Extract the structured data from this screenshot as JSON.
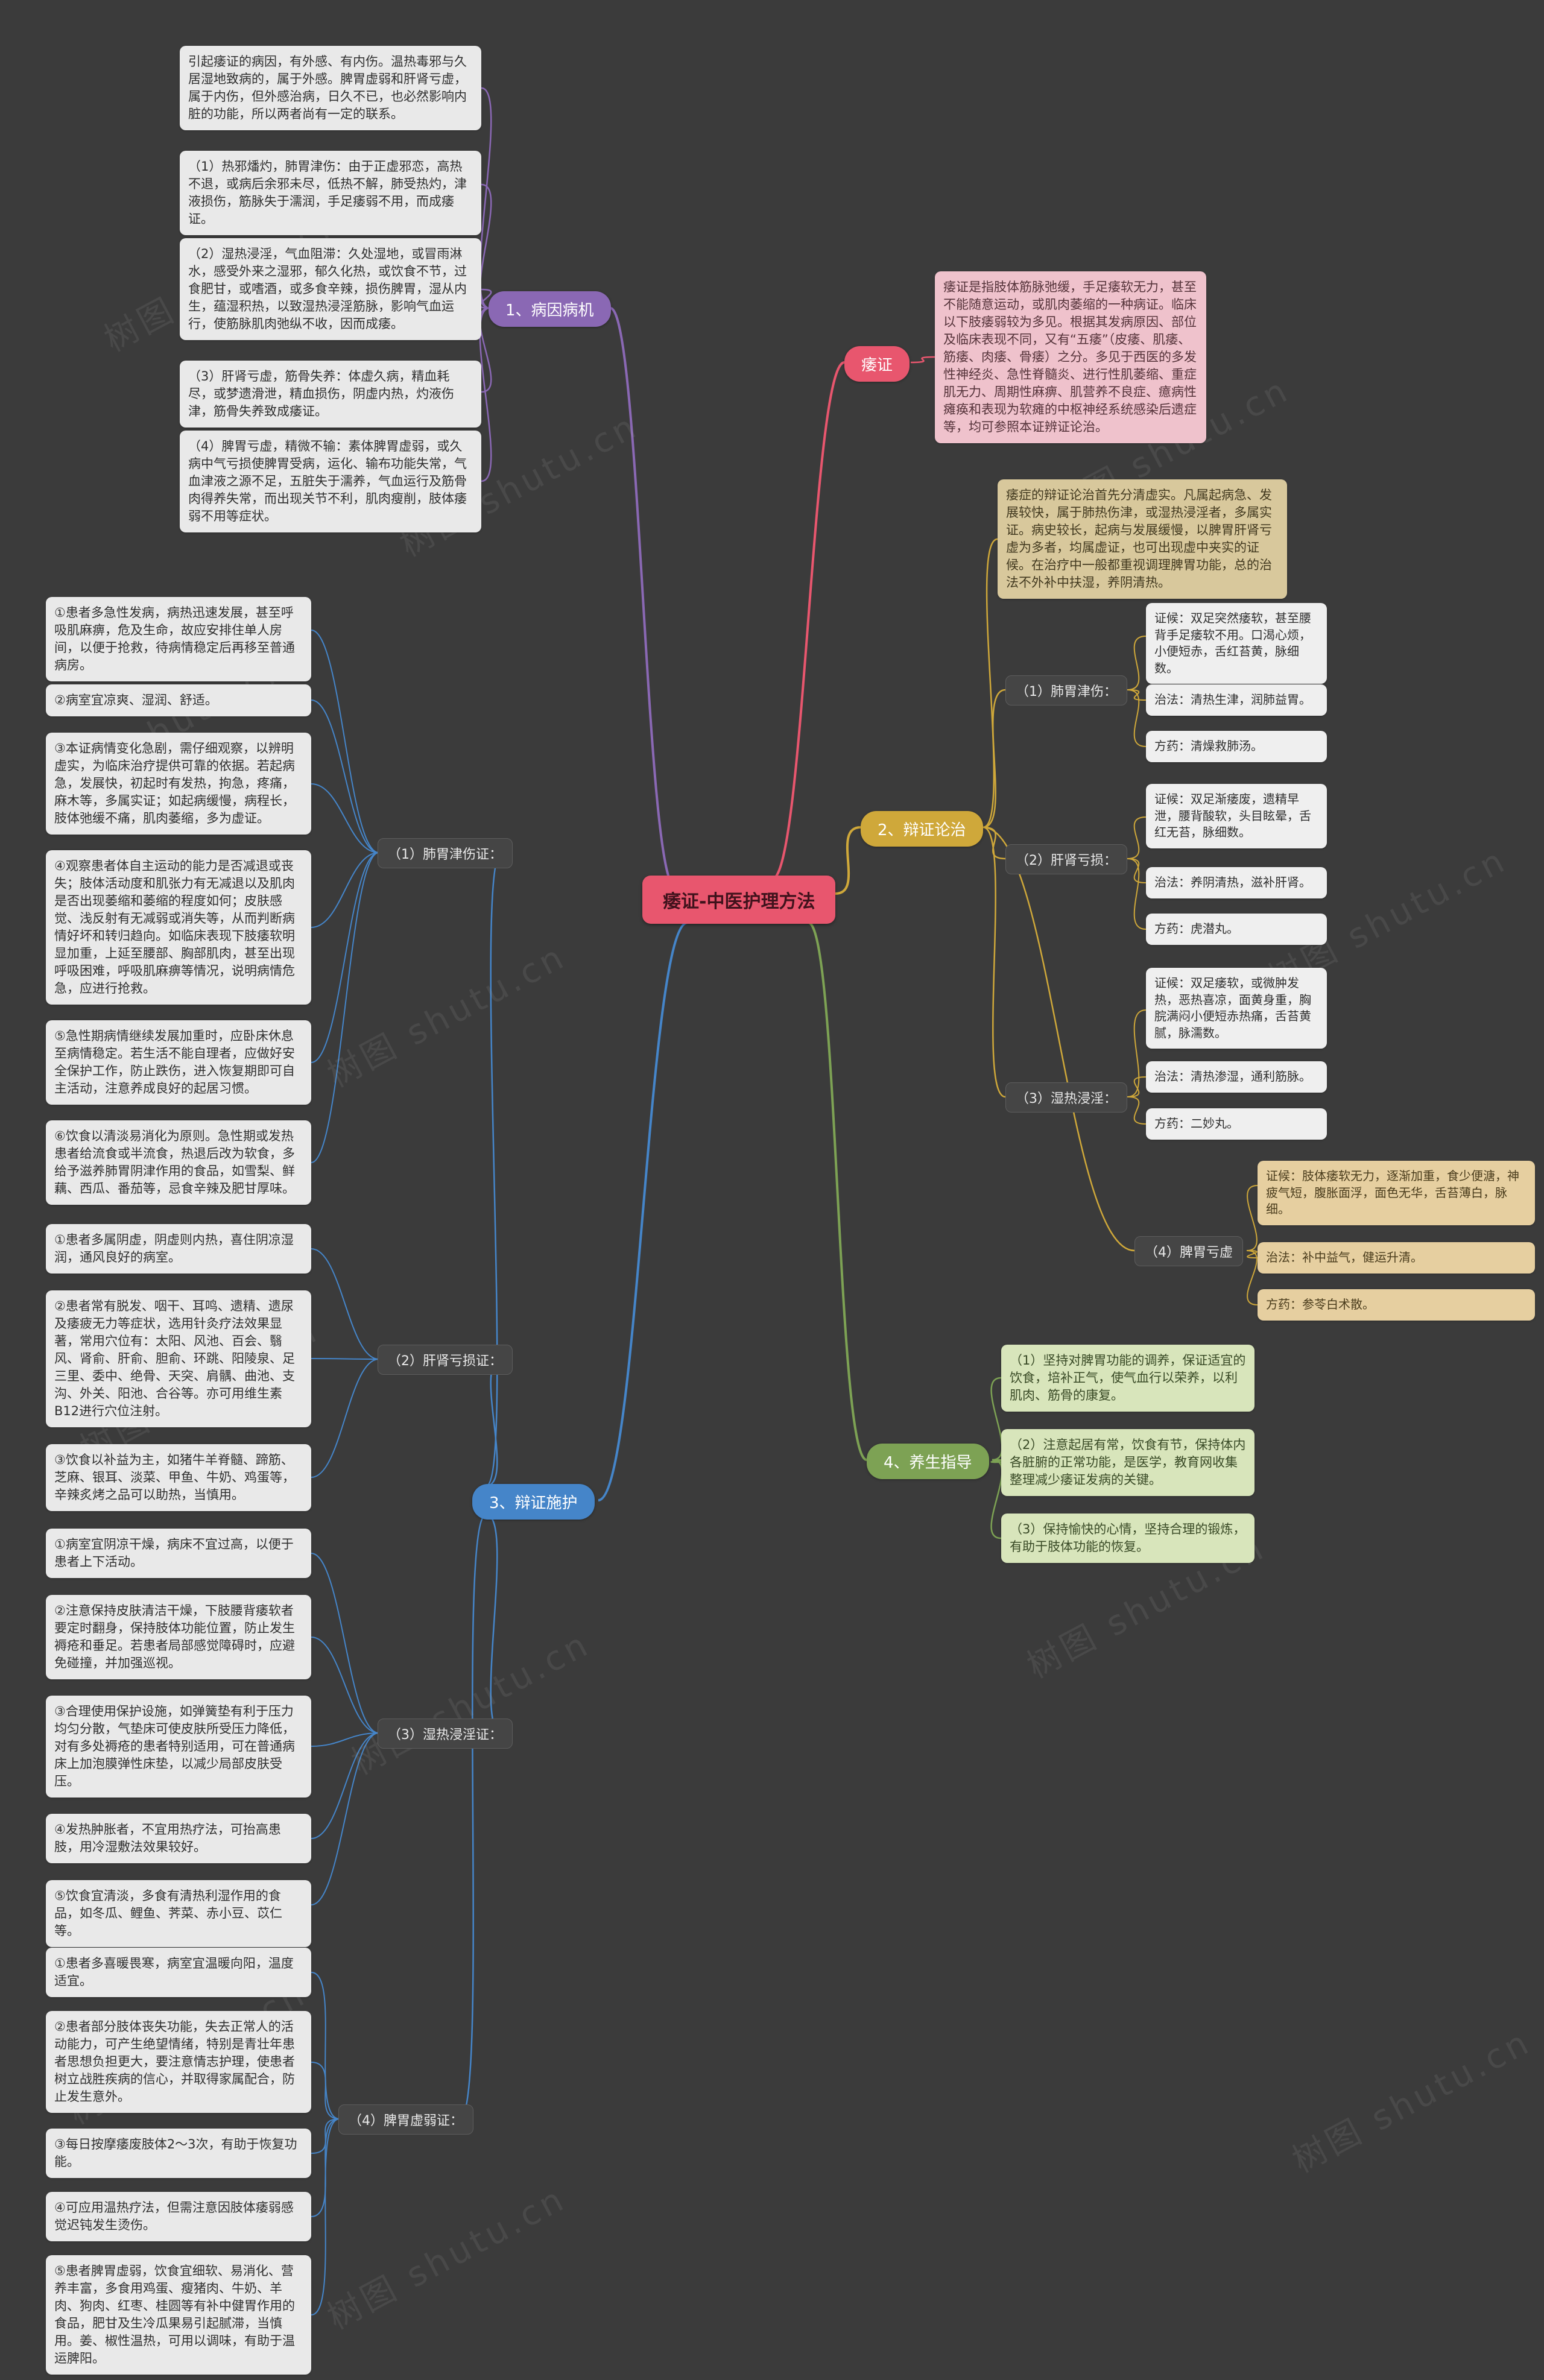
{
  "central": "痿证-中医护理方法",
  "watermark": {
    "text": "树图 shutu.cn"
  },
  "colors": {
    "bg": "#3b3b3b",
    "purple": "#8a68b4",
    "red": "#e8566e",
    "yellow": "#cfa83a",
    "blue": "#4585c9",
    "green": "#7da254",
    "gray_box": "#e9e9e9",
    "pink_box": "#efc2cc",
    "tan": "#d8c89c",
    "orange_box": "#e6cfa0",
    "green_box": "#d8e5bb",
    "pill_bg": "#454545"
  },
  "cause": {
    "label": "1、病因病机",
    "boxes": [
      "引起痿证的病因，有外感、有内伤。温热毒邪与久居湿地致病的，属于外感。脾胃虚弱和肝肾亏虚，属于内伤，但外感治病，日久不已，也必然影响内脏的功能，所以两者尚有一定的联系。",
      "（1）热邪燔灼，肺胃津伤：由于正虚邪恋，高热不退，或病后余邪未尽，低热不解，肺受热灼，津液损伤，筋脉失于濡润，手足痿弱不用，而成痿证。",
      "（2）湿热浸淫，气血阻滞：久处湿地，或冒雨淋水，感受外来之湿邪，郁久化热，或饮食不节，过食肥甘，或嗜酒，或多食辛辣，损伤脾胃，湿从内生，蕴湿积热，以致湿热浸淫筋脉，影响气血运行，使筋脉肌肉弛纵不收，因而成痿。",
      "（3）肝肾亏虚，筋骨失养：体虚久病，精血耗尽，或梦遗滑泄，精血损伤，阴虚内热，灼液伤津，筋骨失养致成痿证。",
      "（4）脾胃亏虚，精微不输：素体脾胃虚弱，或久病中气亏损使脾胃受病，运化、输布功能失常，气血津液之源不足，五脏失于濡养，气血运行及筋骨肉得养失常，而出现关节不利，肌肉瘦削，肢体痿弱不用等症状。"
    ]
  },
  "wei": {
    "label": "痿证",
    "desc": "痿证是指肢体筋脉弛缓，手足痿软无力，甚至不能随意运动，或肌肉萎缩的一种病证。临床以下肢痿弱较为多见。根据其发病原因、部位及临床表现不同，又有“五痿”（皮痿、肌痿、筋痿、肉痿、骨痿）之分。多见于西医的多发性神经炎、急性脊髓炎、进行性肌萎缩、重症肌无力、周期性麻痹、肌营养不良症、癔病性瘫痪和表现为软瘫的中枢神经系统感染后遗症等，均可参照本证辨证论治。"
  },
  "lunzhi": {
    "label": "2、辩证论治",
    "intro": "痿症的辩证论治首先分清虚实。凡属起病急、发展较快，属于肺热伤津，或湿热浸淫者，多属实证。病史较长，起病与发展缓慢，以脾胃肝肾亏虚为多者，均属虚证，也可出现虚中夹实的证候。在治疗中一般都重视调理脾胃功能，总的治法不外补中扶湿，养阴清热。",
    "items": [
      {
        "label": "（1）肺胃津伤：",
        "zhenghou": "证候：双足突然痿软，甚至腰背手足痿软不用。口渴心烦，小便短赤，舌红苔黄，脉细数。",
        "zhifa": "治法：清热生津，润肺益胃。",
        "fangyao": "方药：清燥救肺汤。"
      },
      {
        "label": "（2）肝肾亏损：",
        "zhenghou": "证候：双足渐痿废，遗精早泄，腰背酸软，头目眩晕，舌红无苔，脉细数。",
        "zhifa": "治法：养阴清热，滋补肝肾。",
        "fangyao": "方药：虎潜丸。"
      },
      {
        "label": "（3）湿热浸淫：",
        "zhenghou": "证候：双足痿软，或微肿发热，恶热喜凉，面黄身重，胸脘满闷小便短赤热痛，舌苔黄腻，脉濡数。",
        "zhifa": "治法：清热渗湿，通利筋脉。",
        "fangyao": "方药：二妙丸。"
      },
      {
        "label": "（4）脾胃亏虚",
        "zhenghou": "证候：肢体痿软无力，逐渐加重，食少便溏，神疲气短，腹胀面浮，面色无华，舌苔薄白，脉细。",
        "zhifa": "治法：补中益气，健运升清。",
        "fangyao": "方药：参苓白术散。"
      }
    ]
  },
  "shihu": {
    "label": "3、辩证施护",
    "sections": [
      {
        "label": "（1）肺胃津伤证：",
        "boxes": [
          "①患者多急性发病，病热迅速发展，甚至呼吸肌麻痹，危及生命，故应安排住单人房间，以便于抢救，待病情稳定后再移至普通病房。",
          "②病室宜凉爽、湿润、舒适。",
          "③本证病情变化急剧，需仔细观察，以辨明虚实，为临床治疗提供可靠的依据。若起病急，发展快，初起时有发热，拘急，疼痛，麻木等，多属实证；如起病缓慢，病程长，肢体弛缓不痛，肌肉萎缩，多为虚证。",
          "④观察患者体自主运动的能力是否减退或丧失；肢体活动度和肌张力有无减退以及肌肉是否出现萎缩和萎缩的程度如何；皮肤感觉、浅反射有无减弱或消失等，从而判断病情好坏和转归趋向。如临床表现下肢痿软明显加重，上延至腰部、胸部肌肉，甚至出现呼吸困难，呼吸肌麻痹等情况，说明病情危急，应进行抢救。",
          "⑤急性期病情继续发展加重时，应卧床休息至病情稳定。若生活不能自理者，应做好安全保护工作，防止跌伤，进入恢复期即可自主活动，注意养成良好的起居习惯。",
          "⑥饮食以清淡易消化为原则。急性期或发热患者给流食或半流食，热退后改为软食，多给予滋养肺胃阴津作用的食品，如雪梨、鲜藕、西瓜、番茄等，忌食辛辣及肥甘厚味。"
        ]
      },
      {
        "label": "（2）肝肾亏损证：",
        "boxes": [
          "①患者多属阴虚，阴虚则内热，喜住阴凉湿润，通风良好的病室。",
          "②患者常有脱发、咽干、耳鸣、遗精、遗尿及痿疲无力等症状，选用针灸疗法效果显著，常用穴位有：太阳、风池、百会、翳风、肾俞、肝俞、胆俞、环跳、阳陵泉、足三里、委中、绝骨、天突、肩髃、曲池、支沟、外关、阳池、合谷等。亦可用维生素B12进行穴位注射。",
          "③饮食以补益为主，如猪牛羊脊髓、蹄筋、芝麻、银耳、淡菜、甲鱼、牛奶、鸡蛋等，辛辣炙烤之品可以助热，当慎用。"
        ]
      },
      {
        "label": "（3）湿热浸淫证：",
        "boxes": [
          "①病室宜阴凉干燥，病床不宜过高，以便于患者上下活动。",
          "②注意保持皮肤清洁干燥，下肢腰背痿软者要定时翻身，保持肢体功能位置，防止发生褥疮和垂足。若患者局部感觉障碍时，应避免碰撞，并加强巡视。",
          "③合理使用保护设施，如弹簧垫有利于压力均匀分散，气垫床可使皮肤所受压力降低，对有多处褥疮的患者特别适用，可在普通病床上加泡膜弹性床垫，以减少局部皮肤受压。",
          "④发热肿胀者，不宜用热疗法，可抬高患肢，用冷湿敷法效果较好。",
          "⑤饮食宜清淡，多食有清热利湿作用的食品，如冬瓜、鲤鱼、荠菜、赤小豆、苡仁等。"
        ]
      },
      {
        "label": "（4）脾胃虚弱证：",
        "boxes": [
          "①患者多喜暖畏寒，病室宜温暖向阳，温度适宜。",
          "②患者部分肢体丧失功能，失去正常人的活动能力，可产生绝望情绪，特别是青壮年患者思想负担更大，要注意情志护理，使患者树立战胜疾病的信心，并取得家属配合，防止发生意外。",
          "③每日按摩痿废肢体2～3次，有助于恢复功能。",
          "④可应用温热疗法，但需注意因肢体痿弱感觉迟钝发生烫伤。",
          "⑤患者脾胃虚弱，饮食宜细软、易消化、营养丰富，多食用鸡蛋、瘦猪肉、牛奶、羊肉、狗肉、红枣、桂圆等有补中健胃作用的食品，肥甘及生冷瓜果易引起腻滞，当慎用。姜、椒性温热，可用以调味，有助于温运脾阳。"
        ]
      }
    ]
  },
  "yangsheng": {
    "label": "4、养生指导",
    "boxes": [
      "（1）坚持对脾胃功能的调养，保证适宜的饮食，培补正气，使气血行以荣养，以利肌肉、筋骨的康复。",
      "（2）注意起居有常，饮食有节，保持体内各脏腑的正常功能，是医学，教育网收集整理减少痿证发病的关键。",
      "（3）保持愉快的心情，坚持合理的锻炼，有助于肢体功能的恢复。"
    ]
  }
}
